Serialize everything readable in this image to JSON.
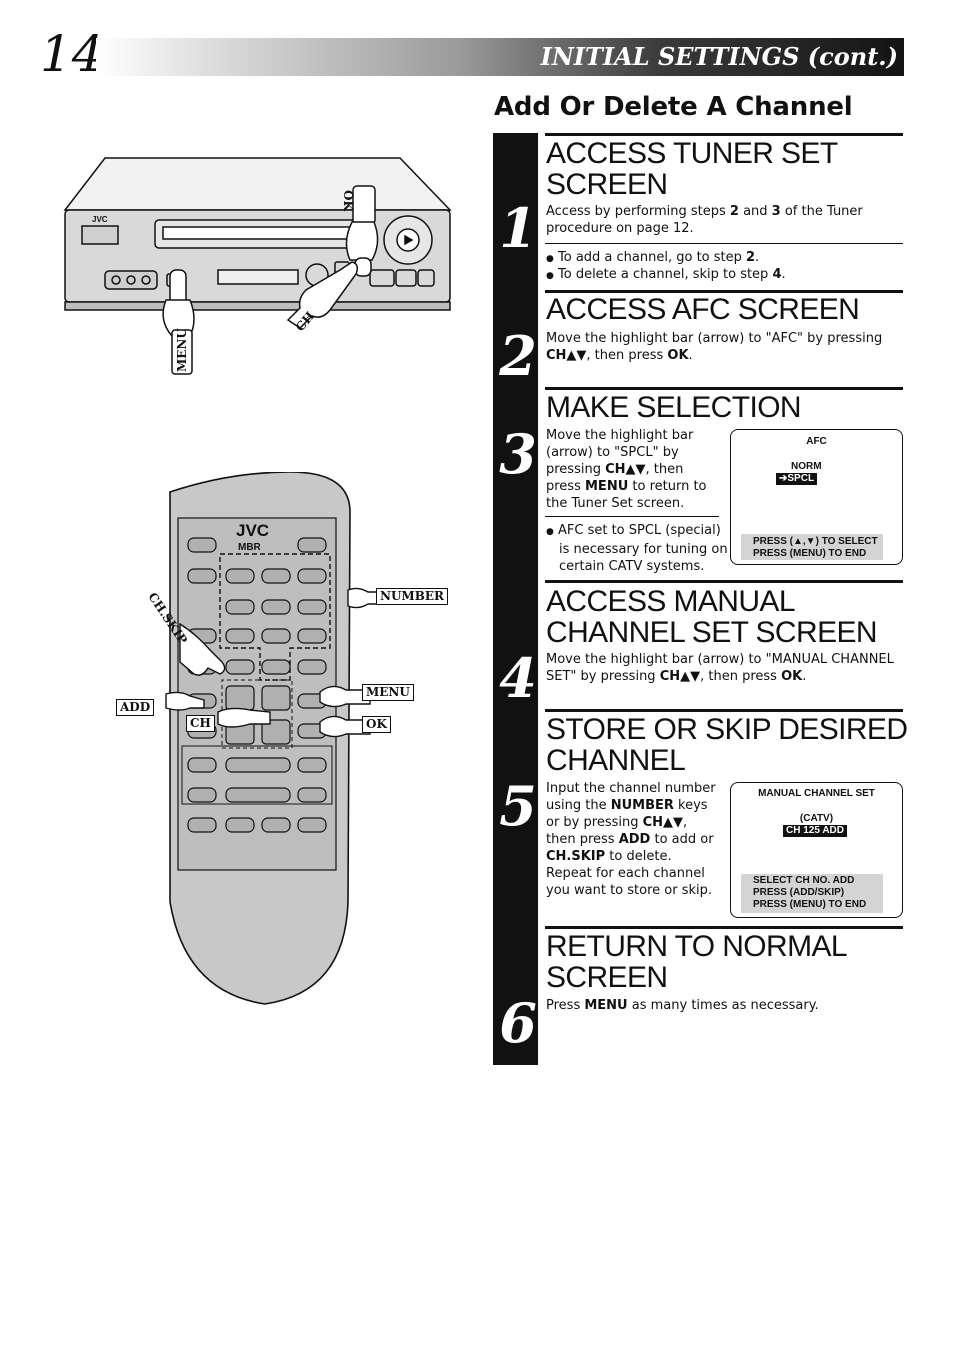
{
  "header": {
    "page_number": "14",
    "title": "INITIAL SETTINGS (cont.)"
  },
  "section_title": "Add Or Delete A Channel",
  "vcr_illustration": {
    "brand": "JVC",
    "labels": {
      "ok": "OK",
      "ch": "CH",
      "menu": "MENU"
    }
  },
  "remote_illustration": {
    "brand": "JVC",
    "logo": "MBR",
    "labels": {
      "chskip": "CH.SKIP",
      "number": "NUMBER",
      "add": "ADD",
      "menu": "MENU",
      "ch": "CH",
      "ok": "OK"
    }
  },
  "steps": [
    {
      "number": "1",
      "heading_line1": "ACCESS TUNER SET",
      "heading_line2": "SCREEN",
      "body_html": "Access by performing steps <b>2</b> and <b>3</b> of the Tuner procedure on page 12.",
      "bullets_html": [
        "To add a channel, go to step <b>2</b>.",
        "To delete a channel, skip to step <b>4</b>."
      ]
    },
    {
      "number": "2",
      "heading_line1": "ACCESS AFC SCREEN",
      "body_html": "Move the highlight bar (arrow) to \"AFC\" by pressing <b>CH▲▼</b>, then press <b>OK</b>."
    },
    {
      "number": "3",
      "heading_line1": "MAKE SELECTION",
      "body_html": "Move the highlight bar (arrow) to \"SPCL\" by pressing <b>CH▲▼</b>, then press <b>MENU</b> to return to the Tuner Set screen.",
      "bullet_html": "AFC set to SPCL (special) is necessary for tuning on certain CATV systems.",
      "screen": {
        "title": "AFC",
        "option1": "NORM",
        "option2": "➔SPCL",
        "help1": "PRESS (▲,▼) TO SELECT",
        "help2": "PRESS (MENU) TO END"
      }
    },
    {
      "number": "4",
      "heading_line1": "ACCESS MANUAL",
      "heading_line2": "CHANNEL SET SCREEN",
      "body_html": "Move the highlight bar (arrow) to \"MANUAL CHANNEL SET\" by pressing <b>CH▲▼</b>, then press <b>OK</b>."
    },
    {
      "number": "5",
      "heading_line1": "STORE OR SKIP DESIRED",
      "heading_line2": "CHANNEL",
      "body_html": "Input the channel number using the <b>NUMBER</b> keys or by pressing <b>CH▲▼</b>, then press <b>ADD</b> to add or <b>CH.SKIP</b> to delete. Repeat for each channel you want to store or skip.",
      "screen": {
        "title": "MANUAL CHANNEL SET",
        "sub": "(CATV)",
        "value": "CH 125 ADD",
        "help1": "SELECT CH NO. ADD",
        "help2": "PRESS (ADD/SKIP)",
        "help3": "PRESS (MENU) TO END"
      }
    },
    {
      "number": "6",
      "heading_line1": "RETURN TO NORMAL",
      "heading_line2": "SCREEN",
      "body_html": "Press <b>MENU</b> as many times as necessary."
    }
  ]
}
